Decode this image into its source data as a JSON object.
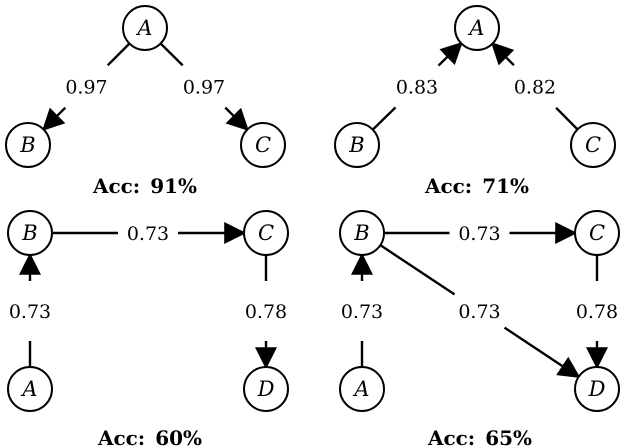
{
  "panels": [
    {
      "id": "top-left",
      "nodes": [
        "A",
        "B",
        "C"
      ],
      "edges": [
        {
          "from": "A",
          "to": "B",
          "weight": "0.97"
        },
        {
          "from": "A",
          "to": "C",
          "weight": "0.97"
        }
      ],
      "accuracy_label": "Acc:",
      "accuracy_value": "91%"
    },
    {
      "id": "top-right",
      "nodes": [
        "A",
        "B",
        "C"
      ],
      "edges": [
        {
          "from": "B",
          "to": "A",
          "weight": "0.83"
        },
        {
          "from": "C",
          "to": "A",
          "weight": "0.82"
        }
      ],
      "accuracy_label": "Acc:",
      "accuracy_value": "71%"
    },
    {
      "id": "bottom-left",
      "nodes": [
        "B",
        "C",
        "A",
        "D"
      ],
      "edges": [
        {
          "from": "B",
          "to": "C",
          "weight": "0.73"
        },
        {
          "from": "A",
          "to": "B",
          "weight": "0.73"
        },
        {
          "from": "C",
          "to": "D",
          "weight": "0.78"
        }
      ],
      "accuracy_label": "Acc:",
      "accuracy_value": "60%"
    },
    {
      "id": "bottom-right",
      "nodes": [
        "B",
        "C",
        "A",
        "D"
      ],
      "edges": [
        {
          "from": "B",
          "to": "C",
          "weight": "0.73"
        },
        {
          "from": "A",
          "to": "B",
          "weight": "0.73"
        },
        {
          "from": "C",
          "to": "D",
          "weight": "0.78"
        },
        {
          "from": "B",
          "to": "D",
          "weight": "0.73"
        }
      ],
      "accuracy_label": "Acc:",
      "accuracy_value": "65%"
    }
  ]
}
